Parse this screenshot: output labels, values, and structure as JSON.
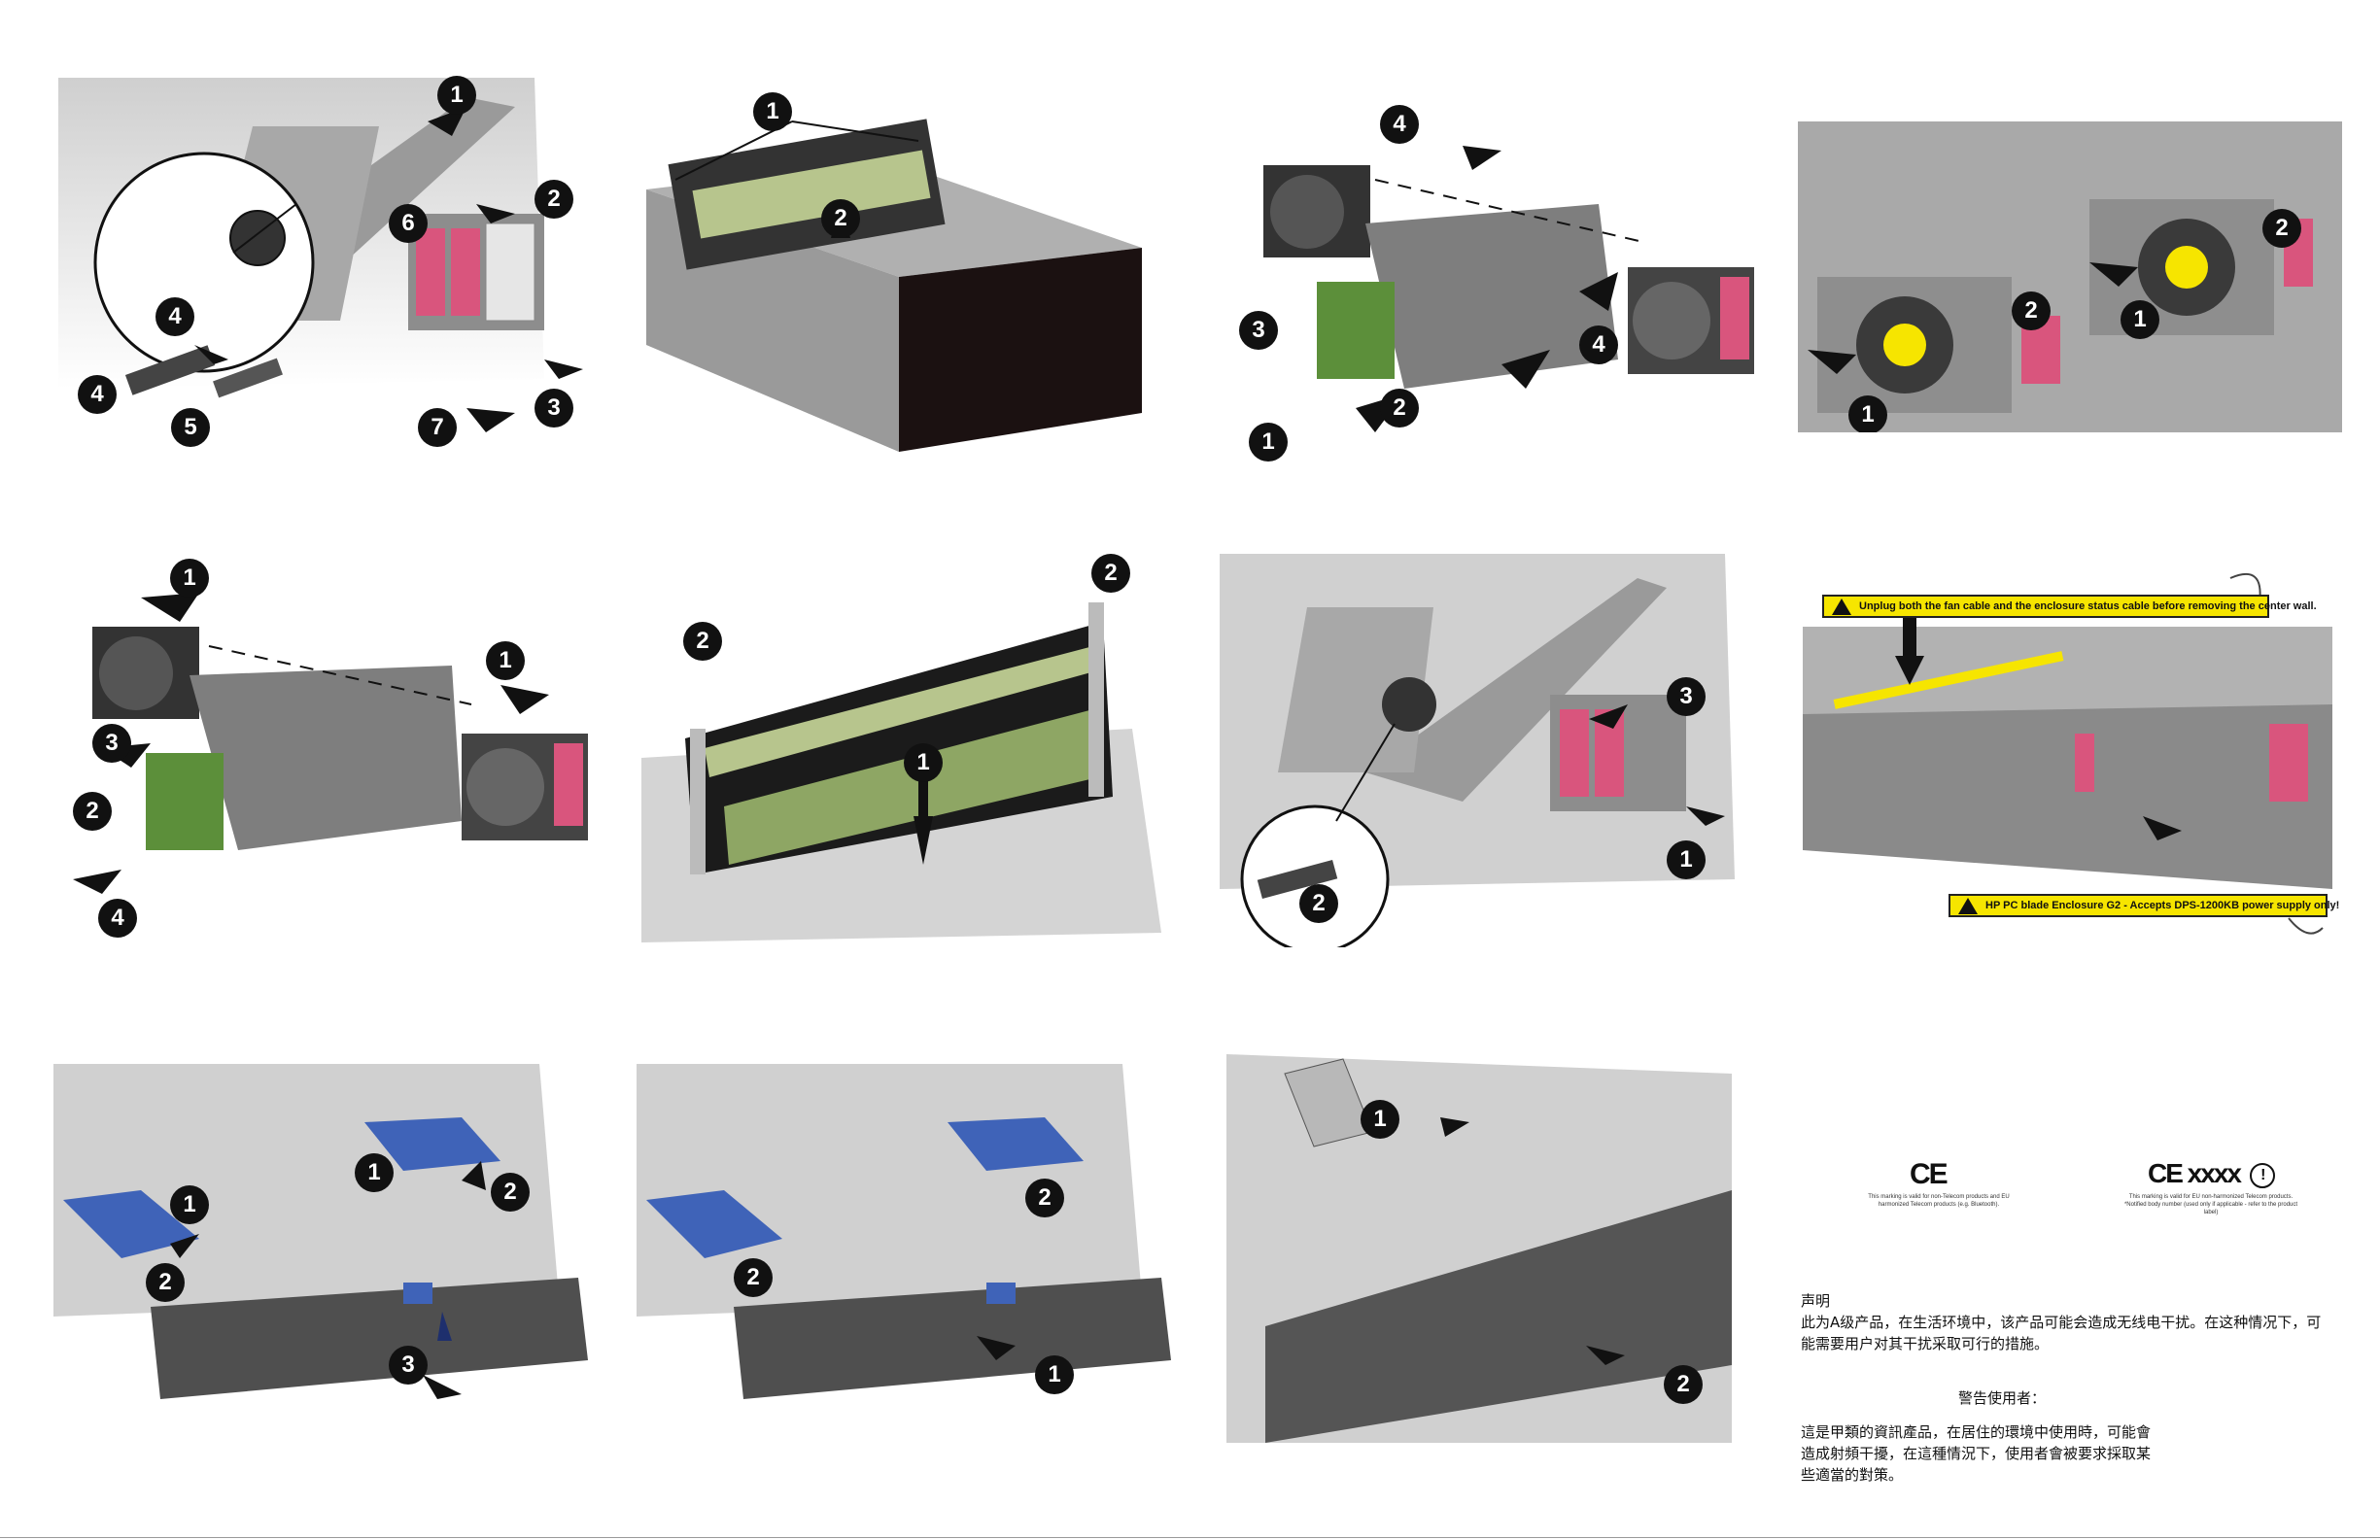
{
  "colors": {
    "metal": "#b9b9b9",
    "metal_dark": "#6f6f6f",
    "pcb": "#5c8f3a",
    "pink": "#d9557d",
    "blue": "#3f63b8",
    "warn_yellow": "#f6e500"
  },
  "warnings": {
    "fan_cable": "Unplug both the fan cable and the enclosure status cable before removing the center wall.",
    "power_supply": "HP PC blade Enclosure G2 - Accepts DPS-1200KB power supply only!"
  },
  "regulatory": {
    "ce_mark": "CE",
    "ce_note": "This marking is valid for non-Telecom products and EU harmonized Telecom products (e.g. Bluetooth).",
    "ce_xxxx": "CE xxxx",
    "ce_xxxx_alert": "!",
    "ce_xxxx_note": "This marking is valid for EU non-harmonized Telecom products. *Notified body number (used only if applicable - refer to the product label)",
    "cn_title": "声明",
    "cn_body": "此为A级产品，在生活环境中，该产品可能会造成无线电干扰。在这种情况下，可能需要用户对其干扰采取可行的措施。",
    "tw_title": "警告使用者：",
    "tw_body": "這是甲類的資訊產品，在居住的環境中使用時，可能會造成射頻干擾，在這種情況下，使用者會被要求採取某些適當的對策。"
  },
  "panels": [
    {
      "steps": [
        "1",
        "2",
        "3",
        "4",
        "4",
        "5",
        "6",
        "7"
      ]
    },
    {
      "steps": [
        "1",
        "2"
      ]
    },
    {
      "steps": [
        "1",
        "2",
        "3",
        "4",
        "4"
      ]
    },
    {
      "steps": [
        "1",
        "1",
        "2",
        "2"
      ]
    },
    {
      "steps": [
        "1",
        "1",
        "2",
        "3",
        "4"
      ]
    },
    {
      "steps": [
        "1",
        "2",
        "2"
      ]
    },
    {
      "steps": [
        "1",
        "2",
        "3"
      ]
    },
    {
      "steps": []
    },
    {
      "steps": [
        "1",
        "1",
        "2",
        "2",
        "3"
      ]
    },
    {
      "steps": [
        "1",
        "2",
        "2"
      ]
    },
    {
      "steps": [
        "1",
        "2"
      ]
    }
  ]
}
